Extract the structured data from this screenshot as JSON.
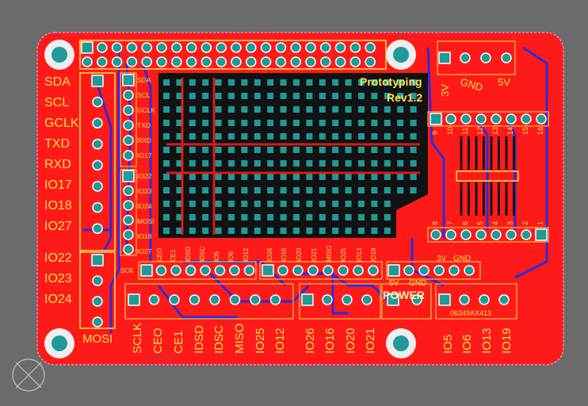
{
  "colors": {
    "background": "#6b6b6b",
    "board": "#ff1a1a",
    "grid_background": "#121212",
    "pad_copper": "#1f9a97",
    "trace": "#2e2ad8",
    "silkscreen": "#ffe14d",
    "bottom_silk": "#b43b3b"
  },
  "board": {
    "title": "Prototyping",
    "revision": "Rev1.2",
    "power_label": "POWER",
    "part_label": "06349AX413"
  },
  "left_labels": [
    "SDA",
    "SCL",
    "GCLK",
    "TXD",
    "RXD",
    "IO17",
    "IO18",
    "IO27",
    "IO22",
    "IO23",
    "IO24",
    "MOSI"
  ],
  "header_labels": [
    "SDA",
    "SCL",
    "GCLK",
    "TXD",
    "RXD",
    "IO17",
    "IO22",
    "IO23",
    "IO24",
    "MOSI",
    "IO18",
    "IO27"
  ],
  "mid_row_labels": [
    "SCK",
    "CEO",
    "CE1",
    "IDSD",
    "IDSC",
    "IO5",
    "IO6",
    "IO12"
  ],
  "mid_row_labels_2": [
    "IO26",
    "IO16",
    "IO20",
    "IO21",
    "MISO",
    "IO25",
    "IO13",
    "IO19"
  ],
  "bottom_labels_a": [
    "SCLK",
    "CEO",
    "CE1",
    "IDSD",
    "IDSC",
    "MISO",
    "IO25",
    "IO12"
  ],
  "bottom_labels_b": [
    "IO26",
    "IO16",
    "IO20",
    "IO21"
  ],
  "bottom_labels_c": [
    "IO5",
    "IO6",
    "IO13",
    "IO19"
  ],
  "power_pins": {
    "v5": "5V",
    "gnd": "GND",
    "v3": "3V"
  },
  "bottom_mirrored_text": "WP RES",
  "right_header_labels": {
    "v3": "3V",
    "gnd": "GND",
    "v5": "5V"
  },
  "ic_top_numbers": [
    "9",
    "10",
    "11",
    "12",
    "13",
    "14",
    "15",
    "16"
  ],
  "ic_bottom_numbers": [
    "8",
    "7",
    "6",
    "5",
    "4",
    "3",
    "2",
    "1"
  ]
}
